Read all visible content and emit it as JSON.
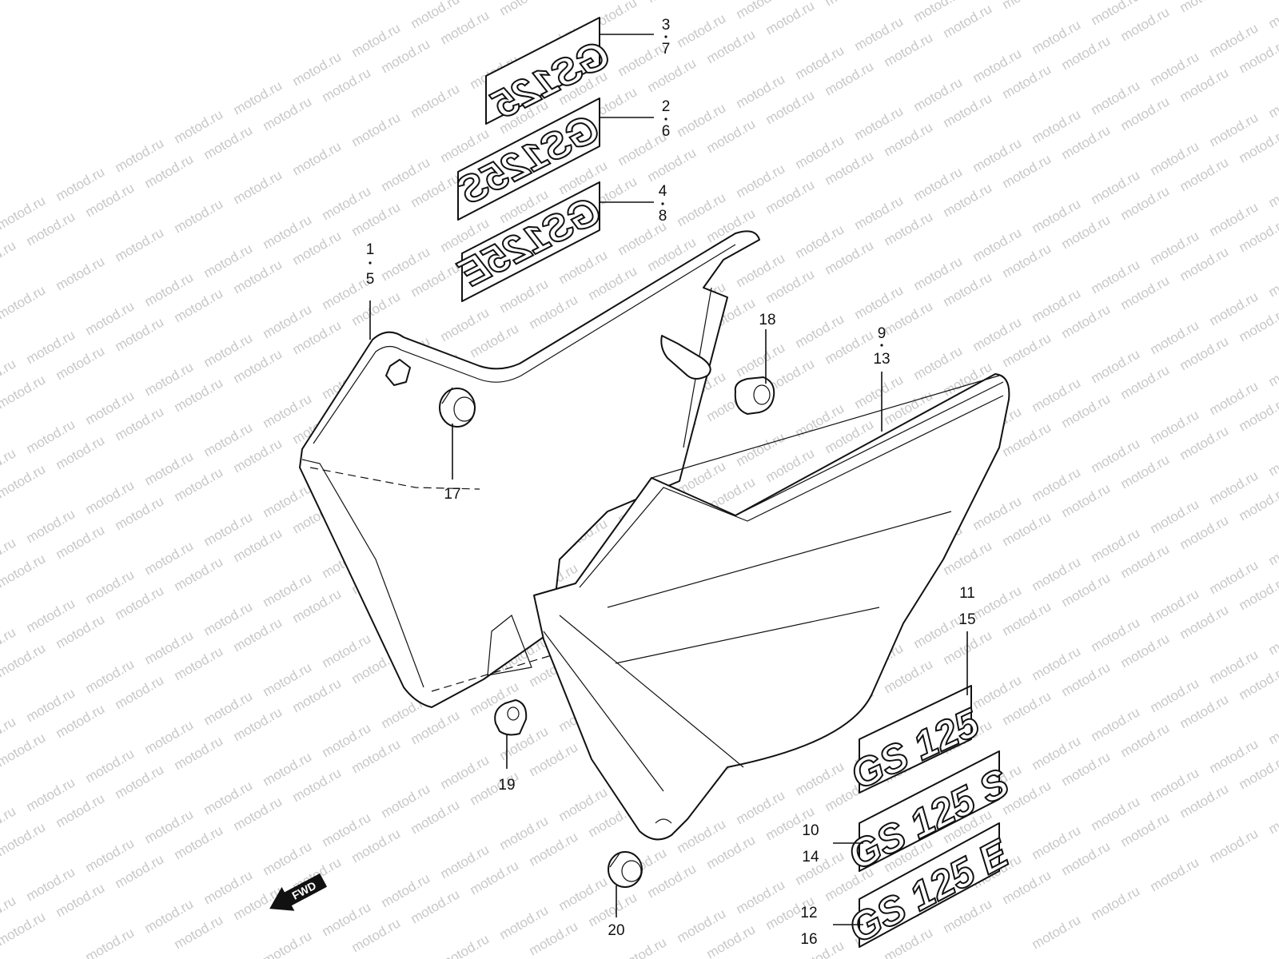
{
  "watermark": {
    "text": "motod.ru"
  },
  "callouts": [
    {
      "id": "c-3-7",
      "top": "3",
      "bottom": "7"
    },
    {
      "id": "c-2-6",
      "top": "2",
      "bottom": "6"
    },
    {
      "id": "c-4-8",
      "top": "4",
      "bottom": "8"
    },
    {
      "id": "c-1-5",
      "top": "1",
      "bottom": "5"
    },
    {
      "id": "c-9-13",
      "top": "9",
      "bottom": "13"
    },
    {
      "id": "c-18",
      "label": "18"
    },
    {
      "id": "c-17",
      "label": "17"
    },
    {
      "id": "c-11-15",
      "top": "11",
      "bottom": "15"
    },
    {
      "id": "c-10-14",
      "top": "10",
      "bottom": "14"
    },
    {
      "id": "c-12-16",
      "top": "12",
      "bottom": "16"
    },
    {
      "id": "c-19",
      "label": "19"
    },
    {
      "id": "c-20",
      "label": "20"
    }
  ],
  "decals": {
    "mirrored_gs125": "GS125",
    "mirrored_gs125s": "GS125S",
    "mirrored_gs125e": "GS125E",
    "gs125": "GS 125",
    "gs125s": "GS 125 S",
    "gs125e": "GS 125 E"
  },
  "fwd_arrow": {
    "label": "FWD"
  },
  "colors": {
    "line": "#111111",
    "watermark": "#c8c8c8",
    "background": "#ffffff"
  }
}
